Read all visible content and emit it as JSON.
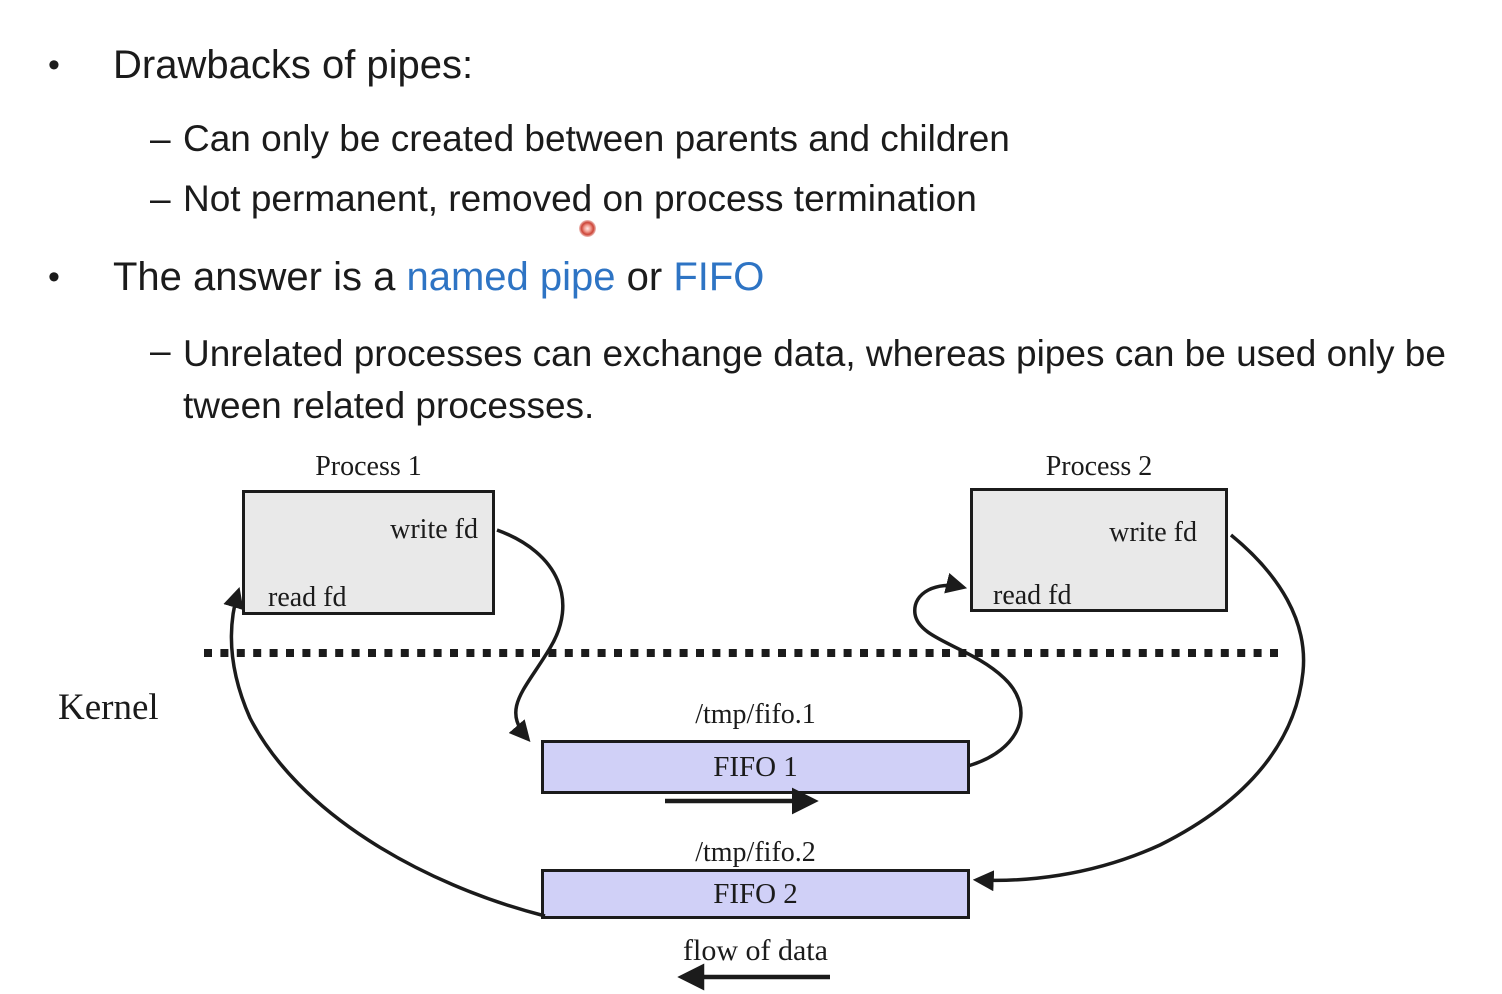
{
  "colors": {
    "ink": "#1b1b1b",
    "highlight_blue": "#2e74c4",
    "process_fill": "#e9e9e9",
    "fifo_fill": "#d0d0f7",
    "laser_red": "#cc4437"
  },
  "slide": {
    "bullets": [
      {
        "level": 1,
        "marker": "•",
        "text": "Drawbacks of pipes:"
      },
      {
        "level": 2,
        "marker": "–",
        "text": "Can only be created between parents and children"
      },
      {
        "level": 2,
        "marker": "–",
        "text": "Not permanent, removed on process termination"
      },
      {
        "level": 1,
        "marker": "•",
        "text_prefix": "The answer is a ",
        "highlight1": "named pipe",
        "text_mid": " or ",
        "highlight2": "FIFO"
      },
      {
        "level": 2,
        "marker": "–",
        "text": "Unrelated processes can exchange data, whereas pipes can be used only be tween related processes."
      }
    ]
  },
  "diagram": {
    "process1": {
      "title": "Process 1",
      "write_fd": "write fd",
      "read_fd": "read fd"
    },
    "process2": {
      "title": "Process 2",
      "write_fd": "write fd",
      "read_fd": "read fd"
    },
    "kernel_label": "Kernel",
    "fifo1": {
      "path": "/tmp/fifo.1",
      "label": "FIFO 1"
    },
    "fifo2": {
      "path": "/tmp/fifo.2",
      "label": "FIFO 2"
    },
    "flow_label": "flow of data"
  }
}
